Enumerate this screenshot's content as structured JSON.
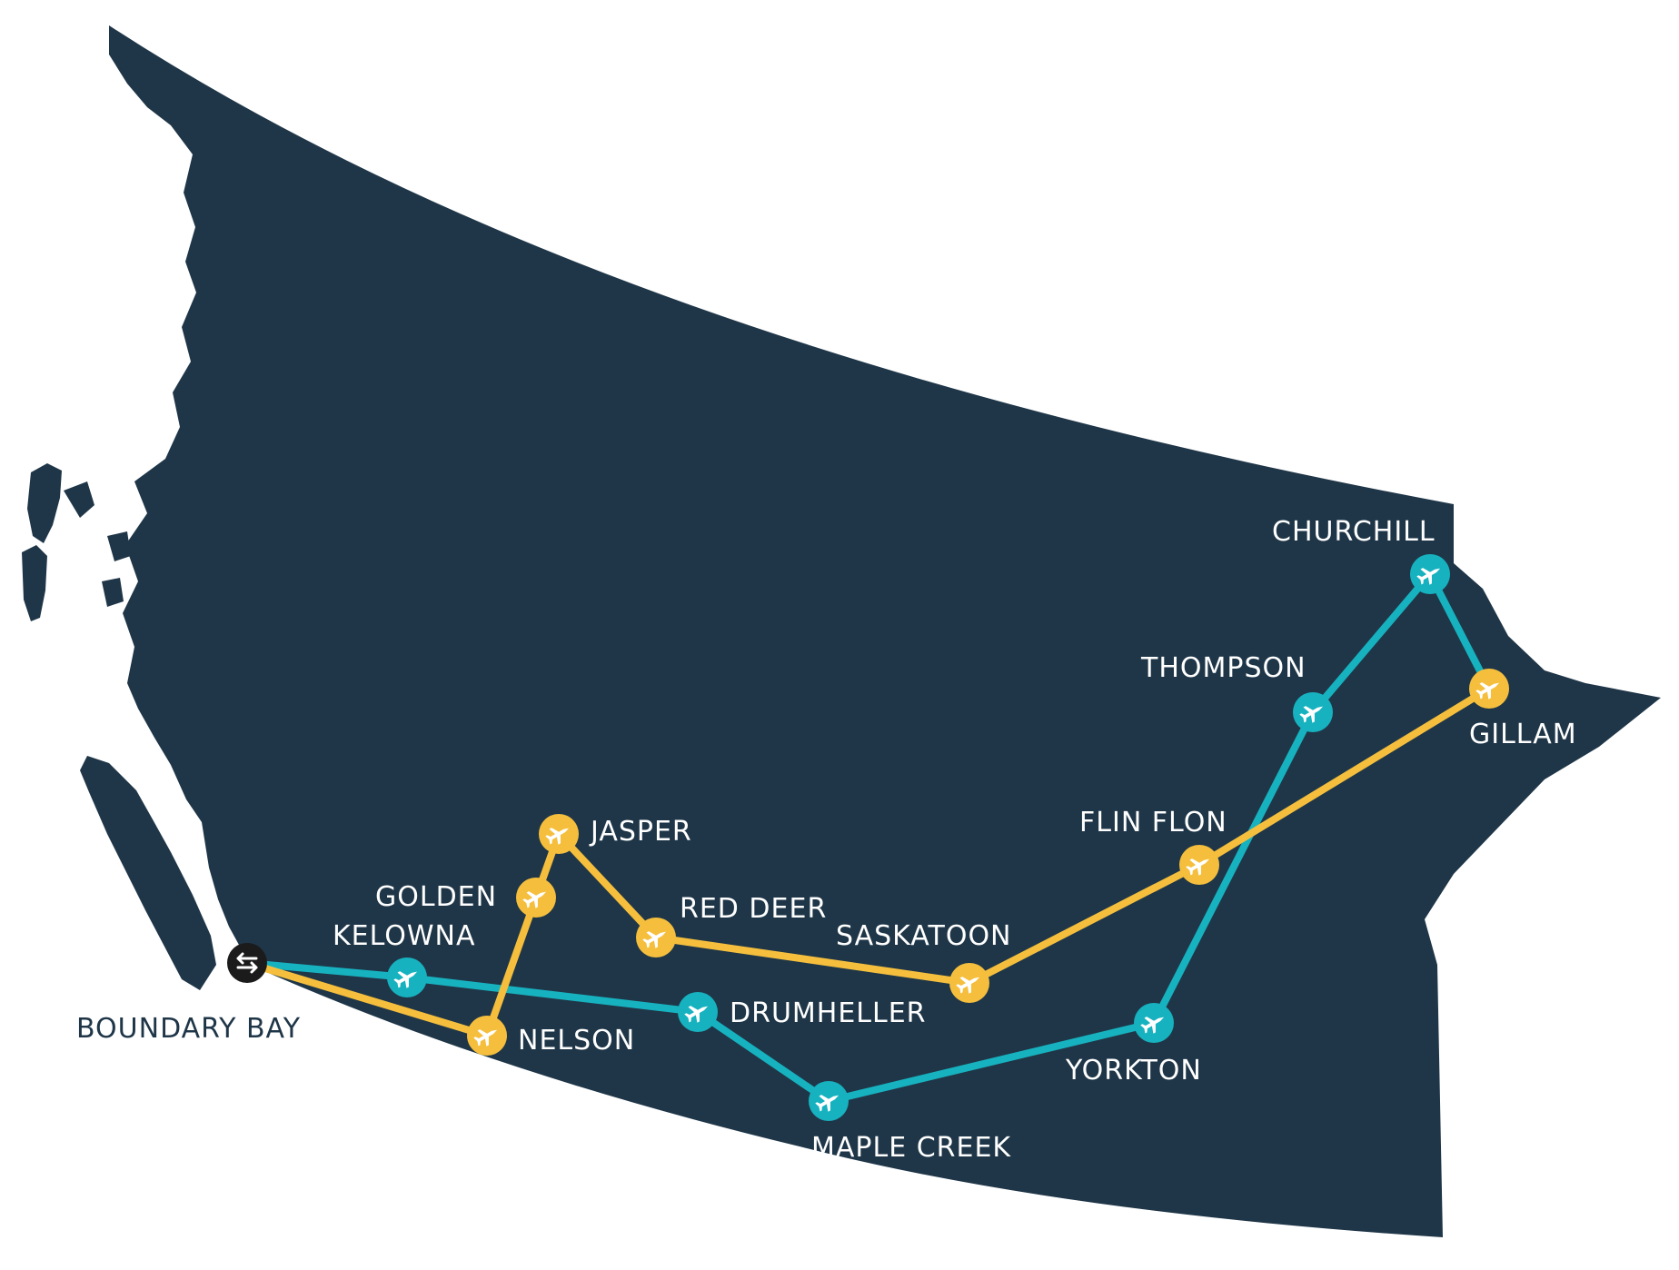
{
  "colors": {
    "land": "#1f3648",
    "route_teal": "#17b2bf",
    "route_gold": "#f5bf3d",
    "start_marker": "#1b1b1b",
    "label_on_land": "#ffffff",
    "label_off_land": "#1f3648"
  },
  "start": {
    "name": "BOUNDARY BAY",
    "icon": "swap-arrows-icon"
  },
  "airports": {
    "kelowna": {
      "name": "KELOWNA",
      "route": "teal",
      "icon": "airplane-icon"
    },
    "drumheller": {
      "name": "DRUMHELLER",
      "route": "teal",
      "icon": "airplane-icon"
    },
    "maple_creek": {
      "name": "MAPLE CREEK",
      "route": "teal",
      "icon": "airplane-icon"
    },
    "yorkton": {
      "name": "YORKTON",
      "route": "teal",
      "icon": "airplane-icon"
    },
    "thompson": {
      "name": "THOMPSON",
      "route": "teal",
      "icon": "airplane-icon"
    },
    "churchill": {
      "name": "CHURCHILL",
      "route": "teal",
      "icon": "airplane-icon"
    },
    "nelson": {
      "name": "NELSON",
      "route": "gold",
      "icon": "airplane-icon"
    },
    "golden": {
      "name": "GOLDEN",
      "route": "gold",
      "icon": "airplane-icon"
    },
    "jasper": {
      "name": "JASPER",
      "route": "gold",
      "icon": "airplane-icon"
    },
    "red_deer": {
      "name": "RED DEER",
      "route": "gold",
      "icon": "airplane-icon"
    },
    "saskatoon": {
      "name": "SASKATOON",
      "route": "gold",
      "icon": "airplane-icon"
    },
    "flin_flon": {
      "name": "FLIN FLON",
      "route": "gold",
      "icon": "airplane-icon"
    },
    "gillam": {
      "name": "GILLAM",
      "route": "gold",
      "icon": "airplane-icon"
    }
  },
  "routes": {
    "teal": [
      "boundary_bay",
      "kelowna",
      "drumheller",
      "maple_creek",
      "yorkton",
      "thompson",
      "churchill",
      "gillam"
    ],
    "gold": [
      "boundary_bay",
      "nelson",
      "golden",
      "jasper",
      "red_deer",
      "saskatoon",
      "flin_flon",
      "gillam"
    ]
  }
}
